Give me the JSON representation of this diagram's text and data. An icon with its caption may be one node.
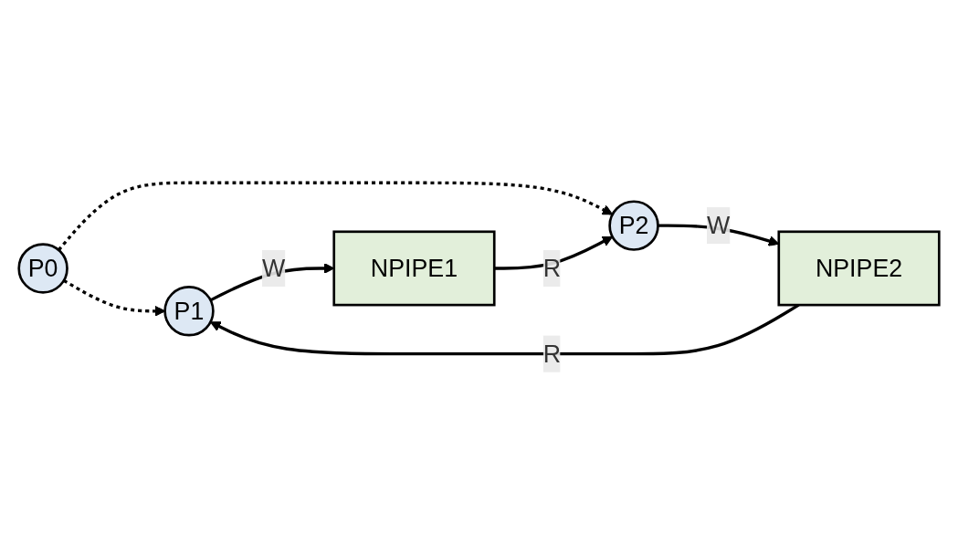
{
  "diagram": {
    "nodes": [
      {
        "text": [
          "P0"
        ]
      },
      {
        "text": [
          "P1"
        ]
      },
      {
        "text": [
          "NPIPE1"
        ]
      },
      {
        "text": [
          "P2"
        ]
      },
      {
        "text": [
          "NPIPE2"
        ]
      }
    ],
    "edges": [
      {
        "from": 0,
        "to": 1,
        "arrow": "to",
        "style": "dashed"
      },
      {
        "from": 0,
        "to": 3,
        "arrow": "to",
        "style": "dashed"
      },
      {
        "from": 1,
        "to": 2,
        "arrow": "to",
        "label": "W"
      },
      {
        "from": 2,
        "to": 3,
        "arrow": "to",
        "label": "R"
      },
      {
        "from": 3,
        "to": 4,
        "arrow": "to",
        "label": "W"
      },
      {
        "from": 4,
        "to": 1,
        "arrow": "to",
        "label": "R"
      }
    ]
  }
}
